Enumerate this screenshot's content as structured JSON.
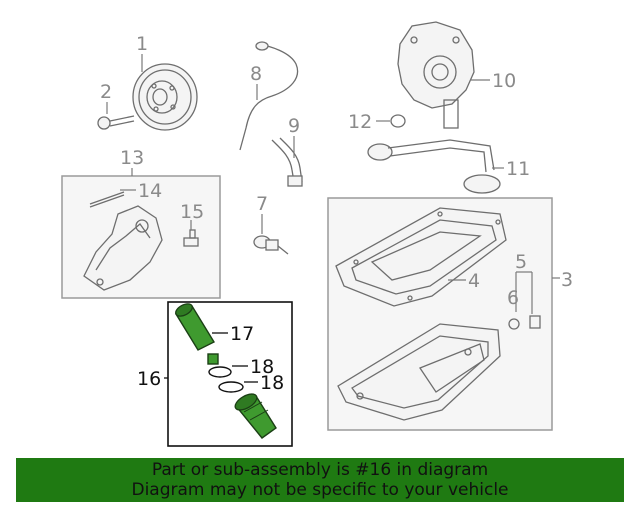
{
  "callouts": {
    "c1": "1",
    "c2": "2",
    "c3": "3",
    "c4": "4",
    "c5": "5",
    "c6": "6",
    "c7": "7",
    "c8": "8",
    "c9": "9",
    "c10": "10",
    "c11": "11",
    "c12": "12",
    "c13": "13",
    "c14": "14",
    "c15": "15",
    "c16": "16",
    "c17": "17",
    "c18a": "18",
    "c18b": "18"
  },
  "banner": {
    "line1": "Part or sub-assembly is #16 in diagram",
    "line2": "Diagram may not be specific to your vehicle"
  },
  "colors": {
    "highlight": "#3f9a2f",
    "banner_bg": "#1f7a12"
  }
}
